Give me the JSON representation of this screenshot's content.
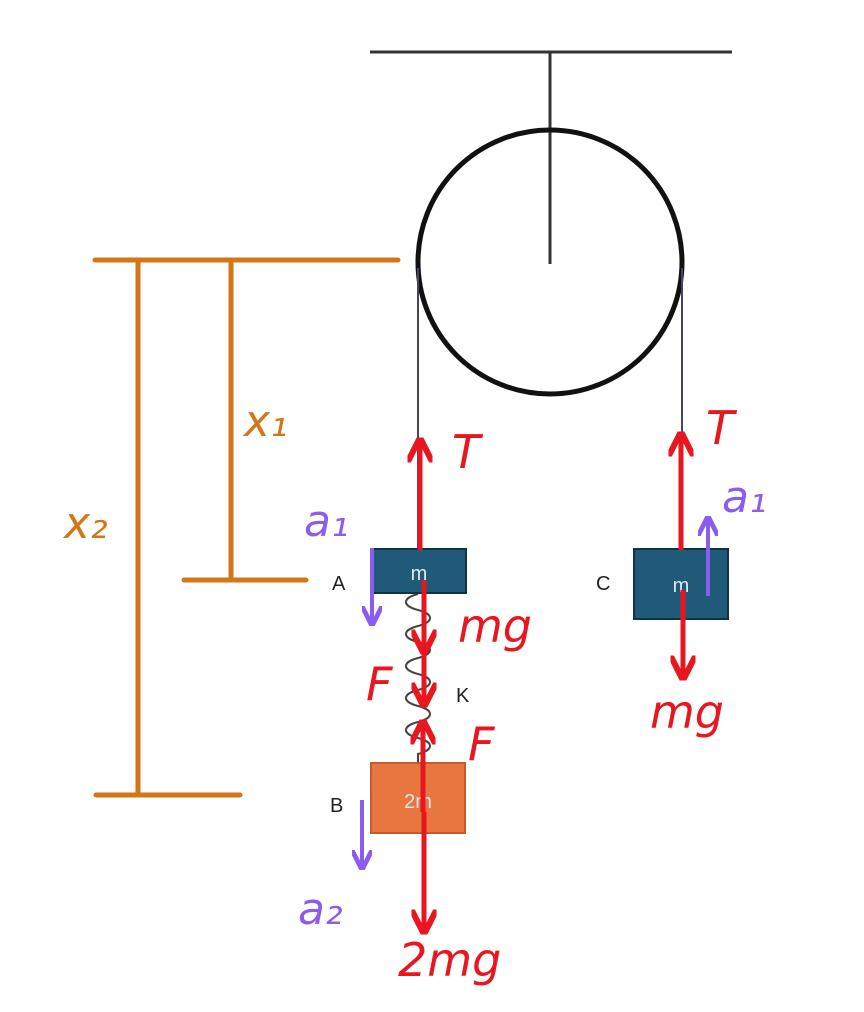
{
  "blocks": {
    "a": {
      "letter": "A",
      "mass": "m"
    },
    "b": {
      "letter": "B",
      "mass": "2m"
    },
    "c": {
      "letter": "C",
      "mass": "m"
    }
  },
  "spring_label": "K",
  "annotations": {
    "tension_a": "T",
    "tension_c": "T",
    "weight_a": "mg",
    "weight_c": "mg",
    "weight_b": "2mg",
    "spring_force_upper": "F",
    "spring_force_lower": "F",
    "accel_a": "a₁",
    "accel_c": "a₁",
    "accel_b": "a₂",
    "dist_x1": "x₁",
    "dist_x2": "x₂"
  },
  "colors": {
    "force": "#e8161f",
    "acceleration": "#8a5cf0",
    "distance": "#d27617",
    "block_blue": "#1f5a78",
    "block_orange": "#e8763f"
  }
}
